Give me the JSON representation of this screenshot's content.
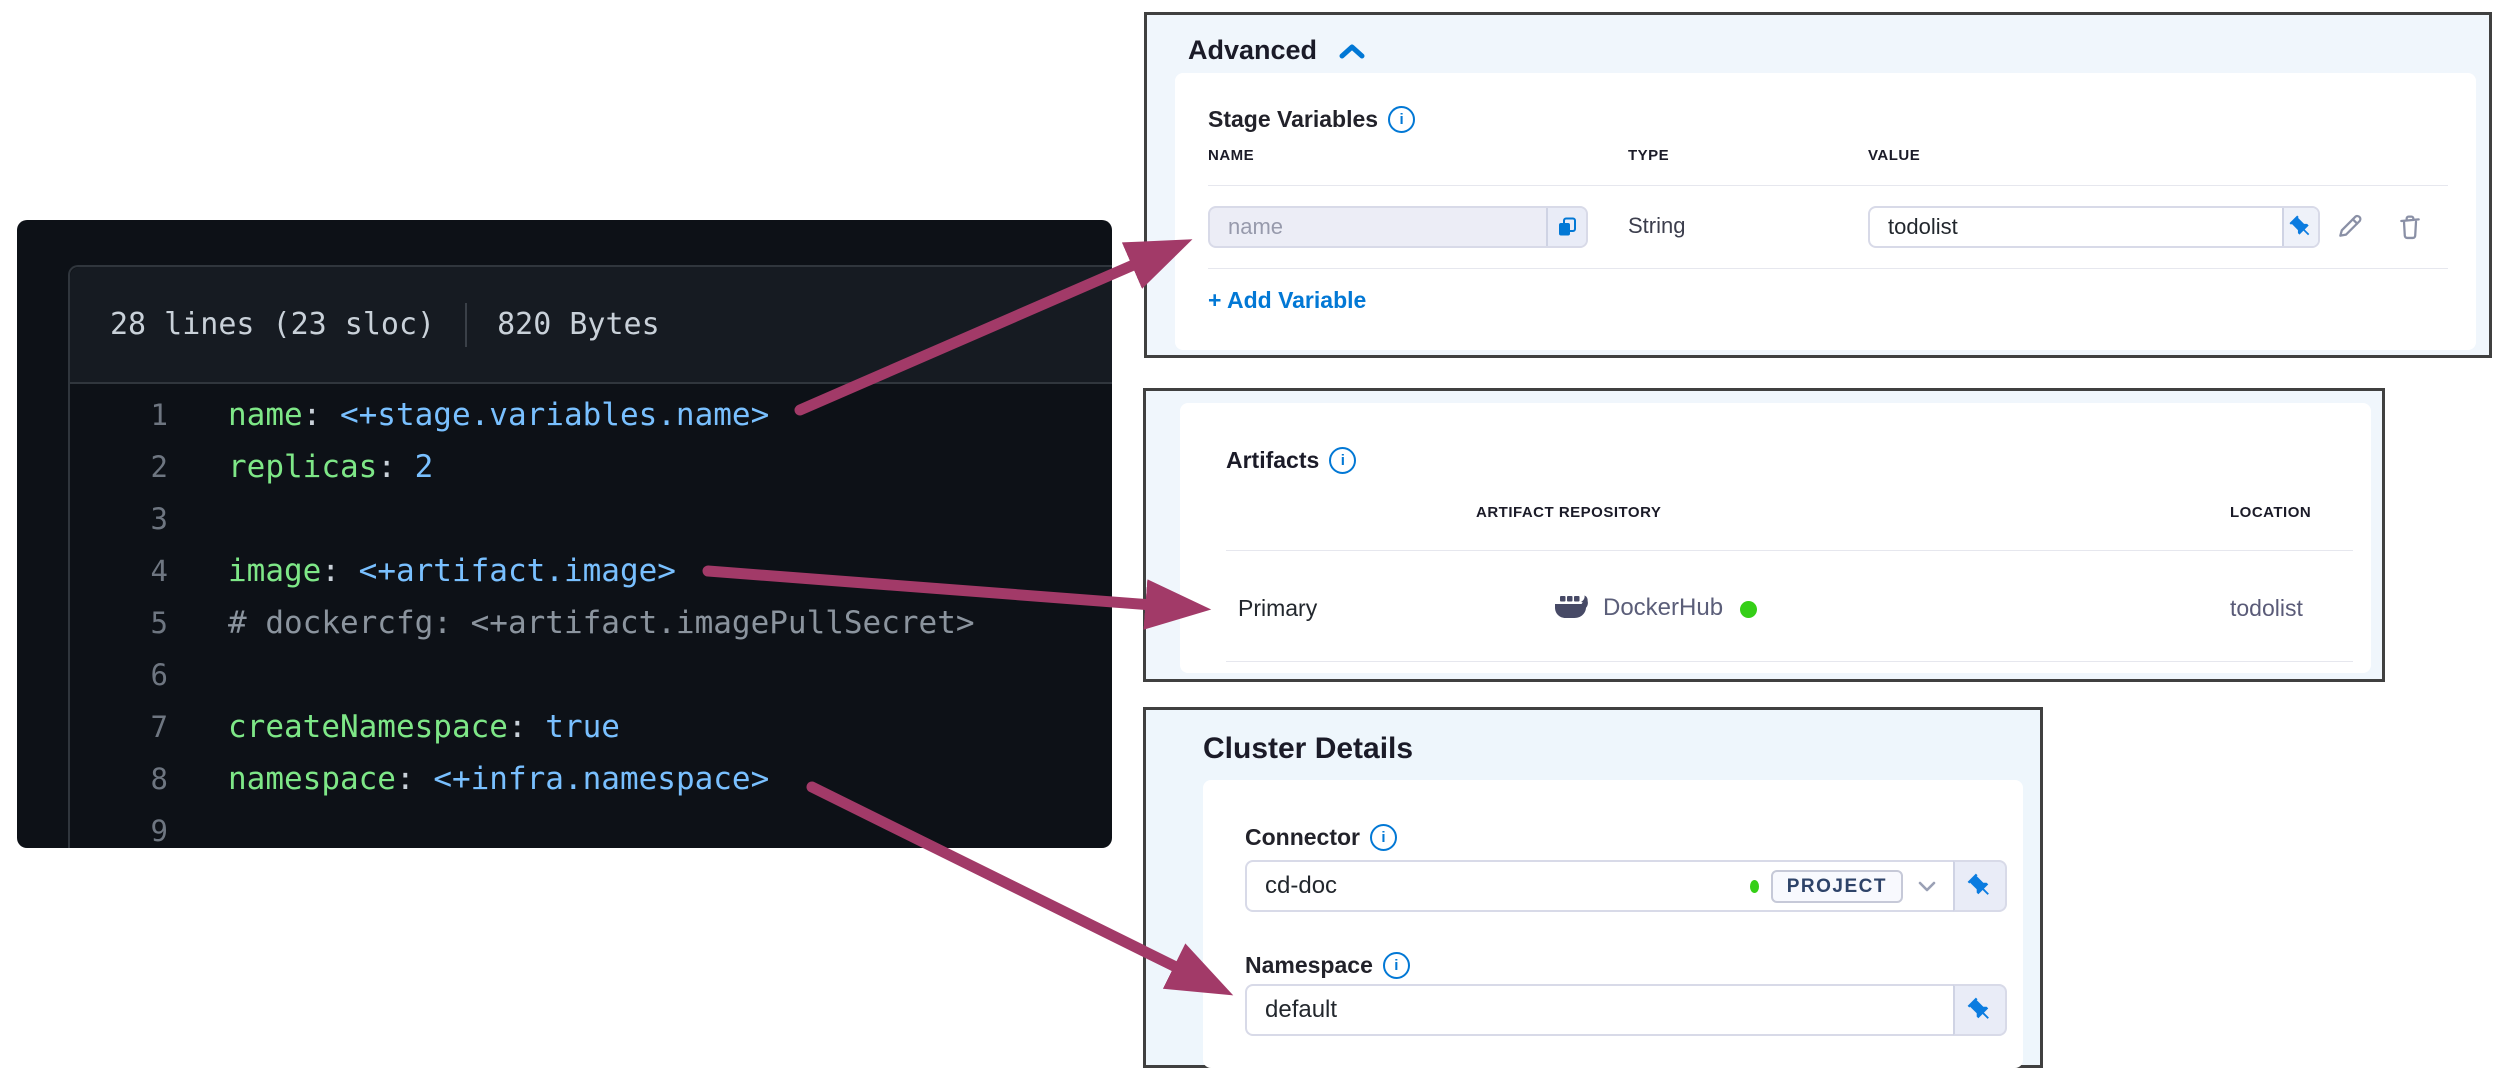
{
  "colors": {
    "accent_blue": "#0278d5",
    "arrow_magenta": "#a23a68",
    "status_green": "#35cf17",
    "code_key_green": "#7ee787",
    "code_value_blue": "#79c0ff",
    "code_bg": "#0d1117"
  },
  "icons": {
    "info": "circled-i",
    "chevron_up": "^",
    "chevron_down": "v",
    "copy": "overlapping-squares",
    "pin": "thumbtack",
    "edit": "pencil",
    "delete": "trash-can",
    "docker": "whale"
  },
  "code": {
    "header": {
      "lines_info": "28 lines (23 sloc)",
      "size_info": "820 Bytes"
    },
    "lines": [
      {
        "num": "1",
        "segments": [
          {
            "t": "name"
          },
          {
            "t": ": "
          },
          {
            "t": "<+stage.variables.name>"
          }
        ]
      },
      {
        "num": "2",
        "segments": [
          {
            "t": "replicas"
          },
          {
            "t": ": "
          },
          {
            "t": "2"
          }
        ]
      },
      {
        "num": "3",
        "segments": []
      },
      {
        "num": "4",
        "segments": [
          {
            "t": "image"
          },
          {
            "t": ": "
          },
          {
            "t": "<+artifact.image>"
          }
        ]
      },
      {
        "num": "5",
        "segments": [
          {
            "t": "# dockercfg: <+artifact.imagePullSecret>"
          }
        ]
      },
      {
        "num": "6",
        "segments": []
      },
      {
        "num": "7",
        "segments": [
          {
            "t": "createNamespace"
          },
          {
            "t": ": "
          },
          {
            "t": "true"
          }
        ]
      },
      {
        "num": "8",
        "segments": [
          {
            "t": "namespace"
          },
          {
            "t": ": "
          },
          {
            "t": "<+infra.namespace>"
          }
        ]
      },
      {
        "num": "9",
        "segments": []
      }
    ]
  },
  "advanced": {
    "title": "Advanced",
    "section_label": "Stage Variables",
    "columns": {
      "name": "NAME",
      "type": "TYPE",
      "value": "VALUE"
    },
    "row": {
      "name_placeholder": "name",
      "type": "String",
      "value": "todolist"
    },
    "add_variable_label": "+ Add Variable"
  },
  "artifacts": {
    "title": "Artifacts",
    "columns": {
      "repository": "ARTIFACT REPOSITORY",
      "location": "LOCATION"
    },
    "row": {
      "label": "Primary",
      "repository": "DockerHub",
      "location": "todolist"
    }
  },
  "cluster": {
    "title": "Cluster Details",
    "connector_label": "Connector",
    "connector_value": "cd-doc",
    "connector_scope": "PROJECT",
    "namespace_label": "Namespace",
    "namespace_value": "default"
  }
}
